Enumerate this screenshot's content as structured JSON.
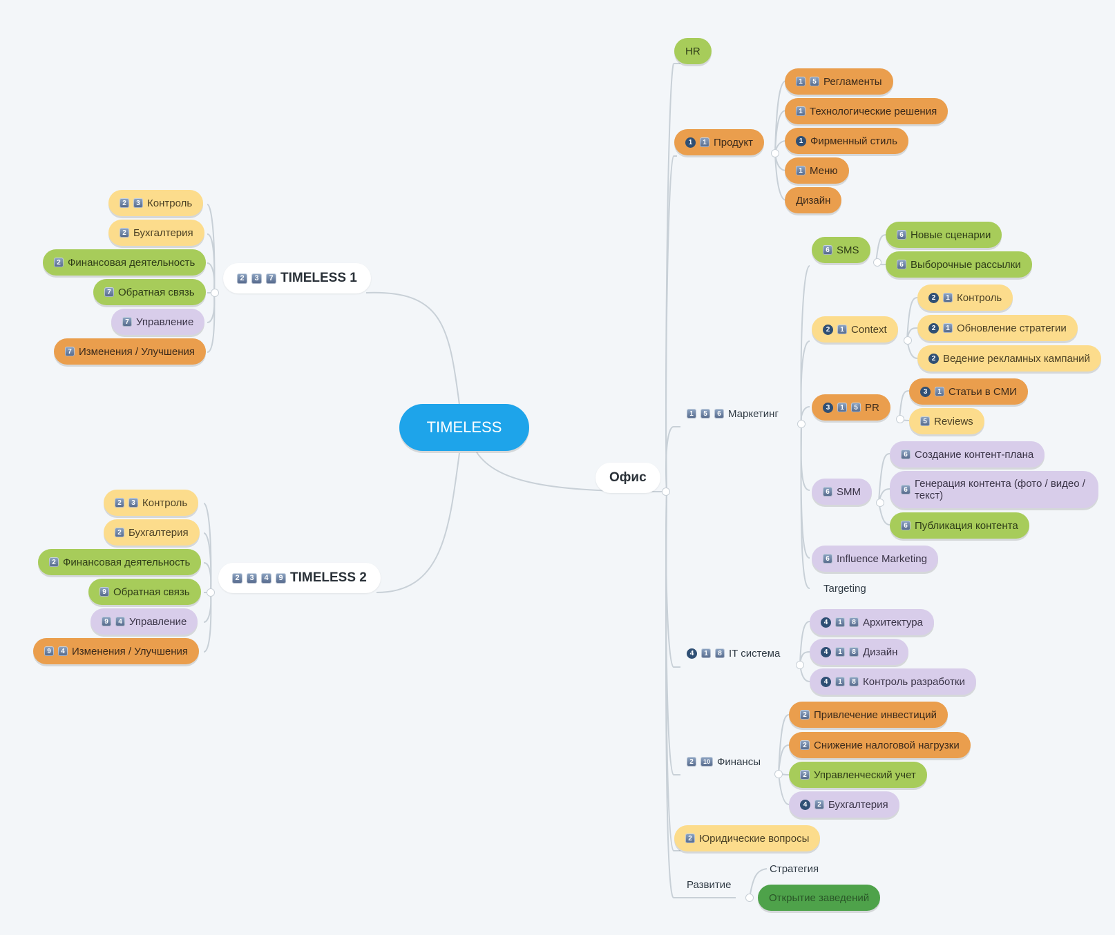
{
  "root": {
    "label": "TIMELESS"
  },
  "left": [
    {
      "label": "TIMELESS 1",
      "markers": [
        "2",
        "3",
        "7"
      ],
      "children": [
        {
          "label": "Контроль",
          "color": "yellow",
          "markers": [
            "2",
            "3"
          ]
        },
        {
          "label": "Бухгалтерия",
          "color": "yellow",
          "markers": [
            "2"
          ]
        },
        {
          "label": "Финансовая деятельность",
          "color": "green",
          "markers": [
            "2"
          ]
        },
        {
          "label": "Обратная связь",
          "color": "green",
          "markers": [
            "7"
          ]
        },
        {
          "label": "Управление",
          "color": "purple",
          "markers": [
            "7"
          ]
        },
        {
          "label": "Изменения / Улучшения",
          "color": "orange",
          "markers": [
            "7"
          ]
        }
      ]
    },
    {
      "label": "TIMELESS 2",
      "markers": [
        "2",
        "3",
        "4",
        "9"
      ],
      "children": [
        {
          "label": "Контроль",
          "color": "yellow",
          "markers": [
            "2",
            "3"
          ]
        },
        {
          "label": "Бухгалтерия",
          "color": "yellow",
          "markers": [
            "2"
          ]
        },
        {
          "label": "Финансовая деятельность",
          "color": "green",
          "markers": [
            "2"
          ]
        },
        {
          "label": "Обратная связь",
          "color": "green",
          "markers": [
            "9"
          ]
        },
        {
          "label": "Управление",
          "color": "purple",
          "markers": [
            "9",
            "4"
          ]
        },
        {
          "label": "Изменения / Улучшения",
          "color": "orange",
          "markers": [
            "9",
            "4"
          ]
        }
      ]
    }
  ],
  "office": {
    "label": "Офис",
    "branches": {
      "hr": {
        "label": "HR",
        "color": "green"
      },
      "product": {
        "label": "Продукт",
        "color": "orange",
        "markers": [
          "c1",
          "1"
        ],
        "children": [
          {
            "label": "Регламенты",
            "color": "orange",
            "markers": [
              "1",
              "5"
            ]
          },
          {
            "label": "Технологические решения",
            "color": "orange",
            "markers": [
              "1"
            ]
          },
          {
            "label": "Фирменный стиль",
            "color": "orange",
            "markers": [
              "c1"
            ]
          },
          {
            "label": "Меню",
            "color": "orange",
            "markers": [
              "1"
            ]
          },
          {
            "label": "Дизайн",
            "color": "orange",
            "markers": []
          }
        ]
      },
      "marketing": {
        "label": "Маркетинг",
        "markers": [
          "1",
          "5",
          "6"
        ],
        "sms": {
          "label": "SMS",
          "color": "green",
          "markers": [
            "6"
          ],
          "children": [
            {
              "label": "Новые сценарии",
              "color": "green",
              "markers": [
                "6"
              ]
            },
            {
              "label": "Выборочные рассылки",
              "color": "green",
              "markers": [
                "6"
              ]
            }
          ]
        },
        "context": {
          "label": "Context",
          "color": "yellow",
          "markers": [
            "c2",
            "1"
          ],
          "children": [
            {
              "label": "Контроль",
              "color": "yellow",
              "markers": [
                "c2",
                "1"
              ]
            },
            {
              "label": "Обновление стратегии",
              "color": "yellow",
              "markers": [
                "c2",
                "1"
              ]
            },
            {
              "label": "Ведение рекламных кампаний",
              "color": "yellow",
              "markers": [
                "c2"
              ]
            }
          ]
        },
        "pr": {
          "label": "PR",
          "color": "orange",
          "markers": [
            "c3",
            "1",
            "5"
          ],
          "children": [
            {
              "label": "Статьи в СМИ",
              "color": "orange",
              "markers": [
                "c3",
                "1"
              ]
            },
            {
              "label": "Reviews",
              "color": "yellow",
              "markers": [
                "5"
              ]
            }
          ]
        },
        "smm": {
          "label": "SMM",
          "color": "purple",
          "markers": [
            "6"
          ],
          "children": [
            {
              "label": "Создание контент-плана",
              "color": "purple",
              "markers": [
                "6"
              ]
            },
            {
              "label": "Генерация контента (фото / видео / текст)",
              "color": "purple",
              "markers": [
                "6"
              ]
            },
            {
              "label": "Публикация контента",
              "color": "green",
              "markers": [
                "6"
              ]
            }
          ]
        },
        "influence": {
          "label": "Influence Marketing",
          "color": "purple",
          "markers": [
            "6"
          ]
        },
        "targeting": {
          "label": "Targeting"
        }
      },
      "it": {
        "label": "IT система",
        "markers": [
          "c4",
          "1",
          "8"
        ],
        "children": [
          {
            "label": "Архитектура",
            "color": "purple",
            "markers": [
              "c4",
              "1",
              "8"
            ]
          },
          {
            "label": "Дизайн",
            "color": "purple",
            "markers": [
              "c4",
              "1",
              "8"
            ]
          },
          {
            "label": "Контроль разработки",
            "color": "purple",
            "markers": [
              "c4",
              "1",
              "8"
            ]
          }
        ]
      },
      "finance": {
        "label": "Финансы",
        "markers": [
          "2",
          "10"
        ],
        "children": [
          {
            "label": "Привлечение инвестиций",
            "color": "orange",
            "markers": [
              "2"
            ]
          },
          {
            "label": "Снижение налоговой нагрузки",
            "color": "orange",
            "markers": [
              "2"
            ]
          },
          {
            "label": "Управленческий учет",
            "color": "green",
            "markers": [
              "2"
            ]
          },
          {
            "label": "Бухгалтерия",
            "color": "purple",
            "markers": [
              "c4",
              "2"
            ]
          }
        ]
      },
      "legal": {
        "label": "Юридические вопросы",
        "color": "yellow",
        "markers": [
          "2"
        ]
      },
      "development": {
        "label": "Развитие",
        "children": [
          {
            "label": "Стратегия"
          },
          {
            "label": "Открытие заведений",
            "color": "dgreen"
          }
        ]
      }
    }
  }
}
